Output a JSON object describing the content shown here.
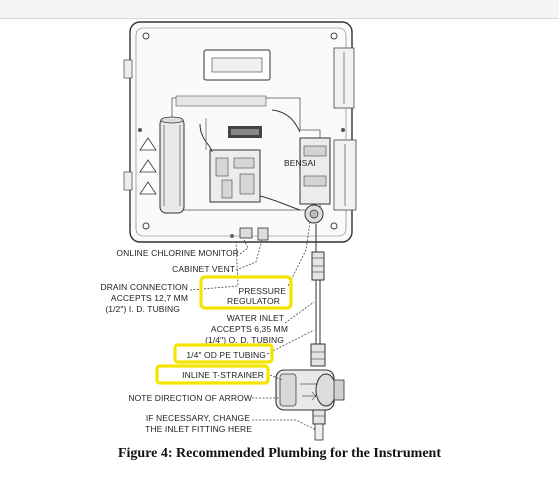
{
  "labels": {
    "online_monitor": "ONLINE CHLORINE MONITOR",
    "cabinet_vent": "CABINET VENT",
    "drain_line1": "DRAIN CONNECTION",
    "drain_line2": "ACCEPTS 12,7 MM",
    "drain_line3": "(1/2\") I. D. TUBING",
    "pressure_line1": "PRESSURE",
    "pressure_line2": "REGULATOR",
    "water_line1": "WATER INLET",
    "water_line2": "ACCEPTS 6,35 MM",
    "water_line3": "(1/4\") O. D. TUBING",
    "pe_tubing": "1/4\" OD PE TUBING",
    "strainer": "INLINE T-STRAINER",
    "arrow_note": "NOTE DIRECTION OF ARROW",
    "inlet_line1": "IF NECESSARY, CHANGE",
    "inlet_line2": "THE INLET FITTING HERE",
    "device_badge": "BENSAI"
  },
  "caption": "Figure 4: Recommended Plumbing for the Instrument",
  "colors": {
    "highlight": "#f4e400",
    "ink": "#222222"
  }
}
